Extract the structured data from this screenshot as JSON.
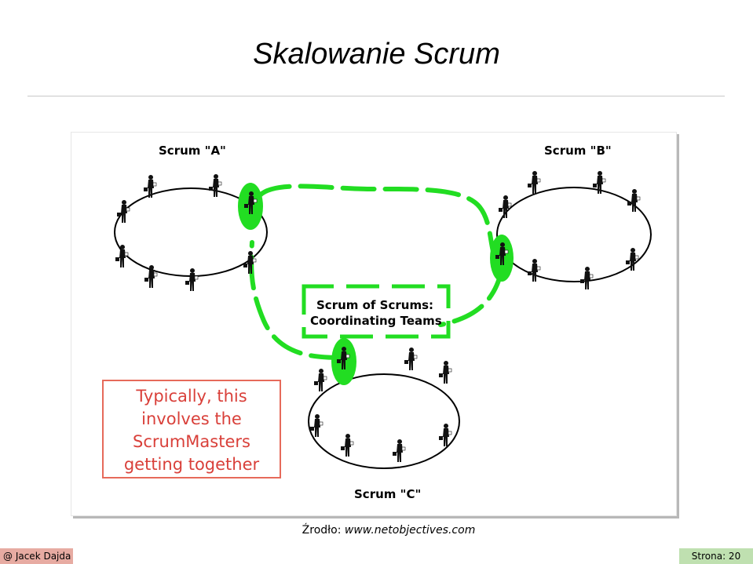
{
  "title": "Skalowanie Scrum",
  "diagram": {
    "scrum_a_label": "Scrum \"A\"",
    "scrum_b_label": "Scrum \"B\"",
    "scrum_c_label": "Scrum \"C\"",
    "sos_line1": "Scrum of Scrums:",
    "sos_line2": "Coordinating Teams",
    "note_lines": [
      "Typically, this",
      "involves the",
      "ScrumMasters",
      "getting together"
    ],
    "colors": {
      "highlight": "#22dd22",
      "note_border": "#e66a5a",
      "note_text": "#d9403a"
    }
  },
  "source": {
    "label": "Źrodło:",
    "url": "www.netobjectives.com"
  },
  "footer": {
    "author": "@ Jacek Dajda",
    "page": "Strona: 20"
  }
}
